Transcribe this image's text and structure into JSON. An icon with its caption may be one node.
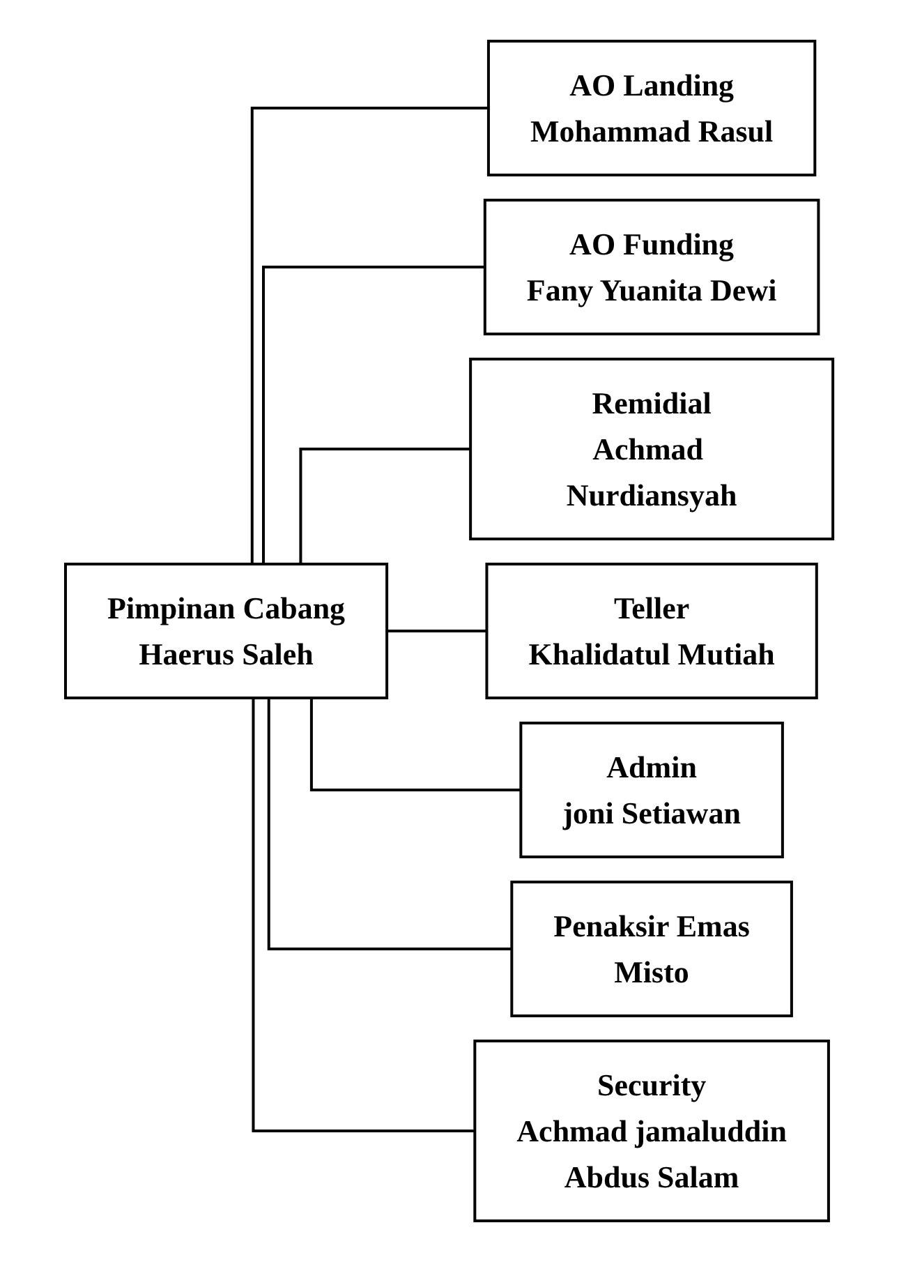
{
  "diagram": {
    "nodes": [
      {
        "text": [
          "Pimpinan Cabang",
          "Haerus Saleh"
        ]
      },
      {
        "text": [
          "AO Landing",
          "Mohammad Rasul"
        ]
      },
      {
        "text": [
          "AO Funding",
          "Fany Yuanita Dewi"
        ]
      },
      {
        "text": [
          "Remidial",
          "Achmad Nurdiansyah"
        ]
      },
      {
        "text": [
          "Teller",
          "Khalidatul Mutiah"
        ]
      },
      {
        "text": [
          "Admin",
          "joni Setiawan"
        ]
      },
      {
        "text": [
          "Penaksir Emas",
          "Misto"
        ]
      },
      {
        "text": [
          "Security",
          "Achmad jamaluddin",
          "Abdus Salam"
        ]
      }
    ],
    "edges": [
      {
        "from": 0,
        "to": 1,
        "arrow": "none"
      },
      {
        "from": 0,
        "to": 2,
        "arrow": "none"
      },
      {
        "from": 0,
        "to": 3,
        "arrow": "none"
      },
      {
        "from": 0,
        "to": 4,
        "arrow": "none"
      },
      {
        "from": 0,
        "to": 5,
        "arrow": "none"
      },
      {
        "from": 0,
        "to": 6,
        "arrow": "none"
      },
      {
        "from": 0,
        "to": 7,
        "arrow": "none"
      }
    ]
  }
}
